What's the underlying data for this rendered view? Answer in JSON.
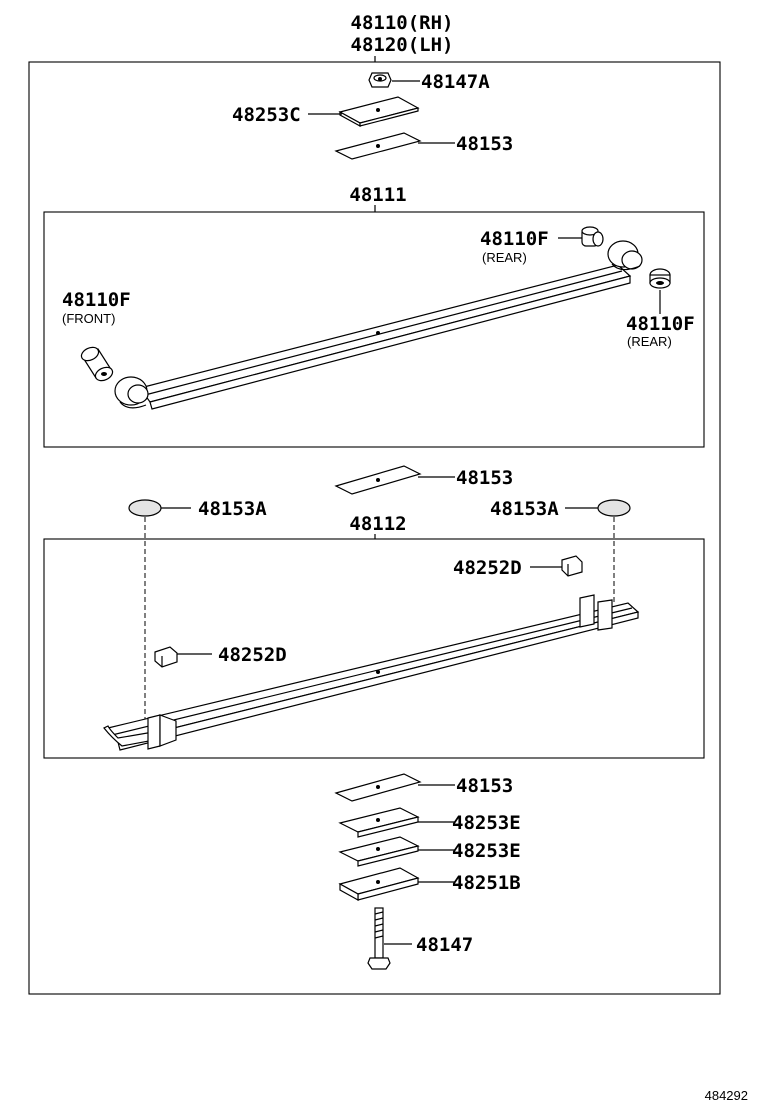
{
  "assembly": {
    "rh": "48110(RH)",
    "lh": "48120(LH)"
  },
  "top_parts": {
    "nut": "48147A",
    "plate_c": "48253C",
    "pad_top": "48153"
  },
  "leaf_main": {
    "number": "48111",
    "bushing_rear_top": "48110F",
    "bushing_rear_top_note": "(REAR)",
    "bushing_front": "48110F",
    "bushing_front_note": "(FRONT)",
    "bushing_rear_right": "48110F",
    "bushing_rear_right_note": "(REAR)"
  },
  "mid_parts": {
    "pad_mid": "48153",
    "button_left": "48153A",
    "button_right": "48153A"
  },
  "leaf_second": {
    "number": "48112",
    "clip_right": "48252D",
    "clip_left": "48252D"
  },
  "bottom_parts": {
    "pad_bottom": "48153",
    "plate_e1": "48253E",
    "plate_e2": "48253E",
    "plate_b": "48251B",
    "bolt": "48147"
  },
  "diagram_ref": "484292"
}
